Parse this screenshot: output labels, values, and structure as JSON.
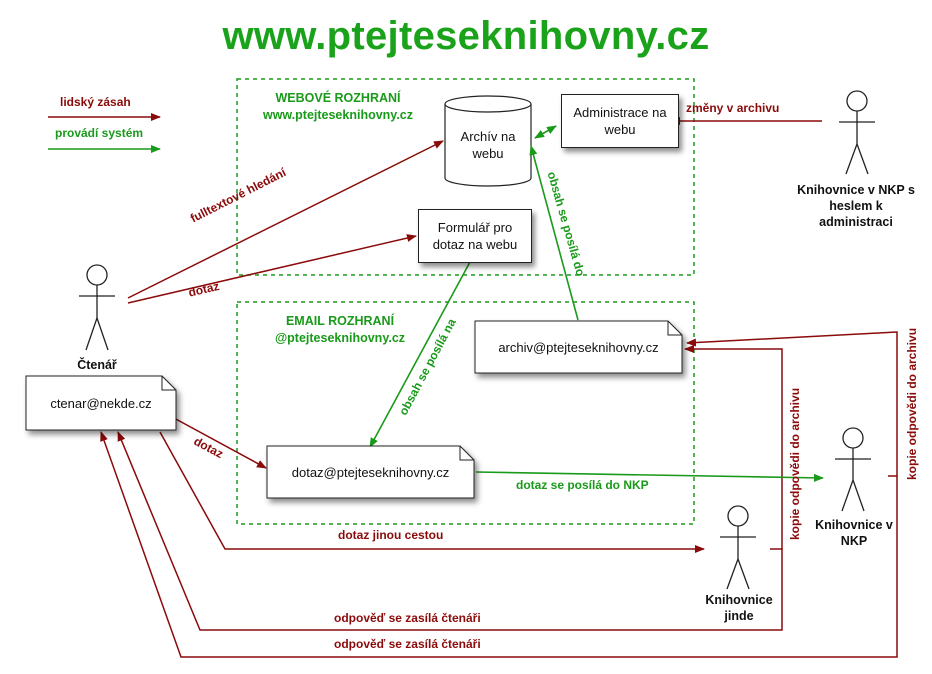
{
  "title": "www.ptejteseknihovny.cz",
  "legend": {
    "human": "lidský zásah",
    "system": "provádí systém"
  },
  "zones": {
    "web": {
      "title": "WEBOVÉ ROZHRANÍ",
      "subtitle": "www.ptejteseknihovny.cz"
    },
    "email": {
      "title": "EMAIL ROZHRANÍ",
      "subtitle": "@ptejteseknihovny.cz"
    }
  },
  "nodes": {
    "archive": "Archív na webu",
    "admin": "Administrace na webu",
    "form": "Formulář pro dotaz na webu",
    "reader_email": "ctenar@nekde.cz",
    "archive_email": "archiv@ptejteseknihovny.cz",
    "query_email": "dotaz@ptejteseknihovny.cz"
  },
  "actors": {
    "reader": "Čtenář",
    "nkp_admin": "Knihovnice v NKP s heslem k administraci",
    "nkp": "Knihovnice v NKP",
    "elsewhere": "Knihovnice jinde"
  },
  "edge_labels": {
    "changes": "změny v archivu",
    "fulltext": "fulltextové hledání",
    "query_web": "dotaz",
    "query_mail": "dotaz",
    "content_to_archive": "obsah se posílá do",
    "content_to": "obsah se posílá na",
    "to_nkp": "dotaz se posílá do NKP",
    "other_way": "dotaz jinou cestou",
    "copy_archive_1": "kopie odpovědi do archivu",
    "copy_archive_2": "kopie odpovědi do archivu",
    "reply_1": "odpověď se zasílá čtenáři",
    "reply_2": "odpověď se zasílá čtenáři"
  },
  "colors": {
    "human": "#8b0a0a",
    "system": "#1a9a1a",
    "title": "#1aa31a"
  }
}
